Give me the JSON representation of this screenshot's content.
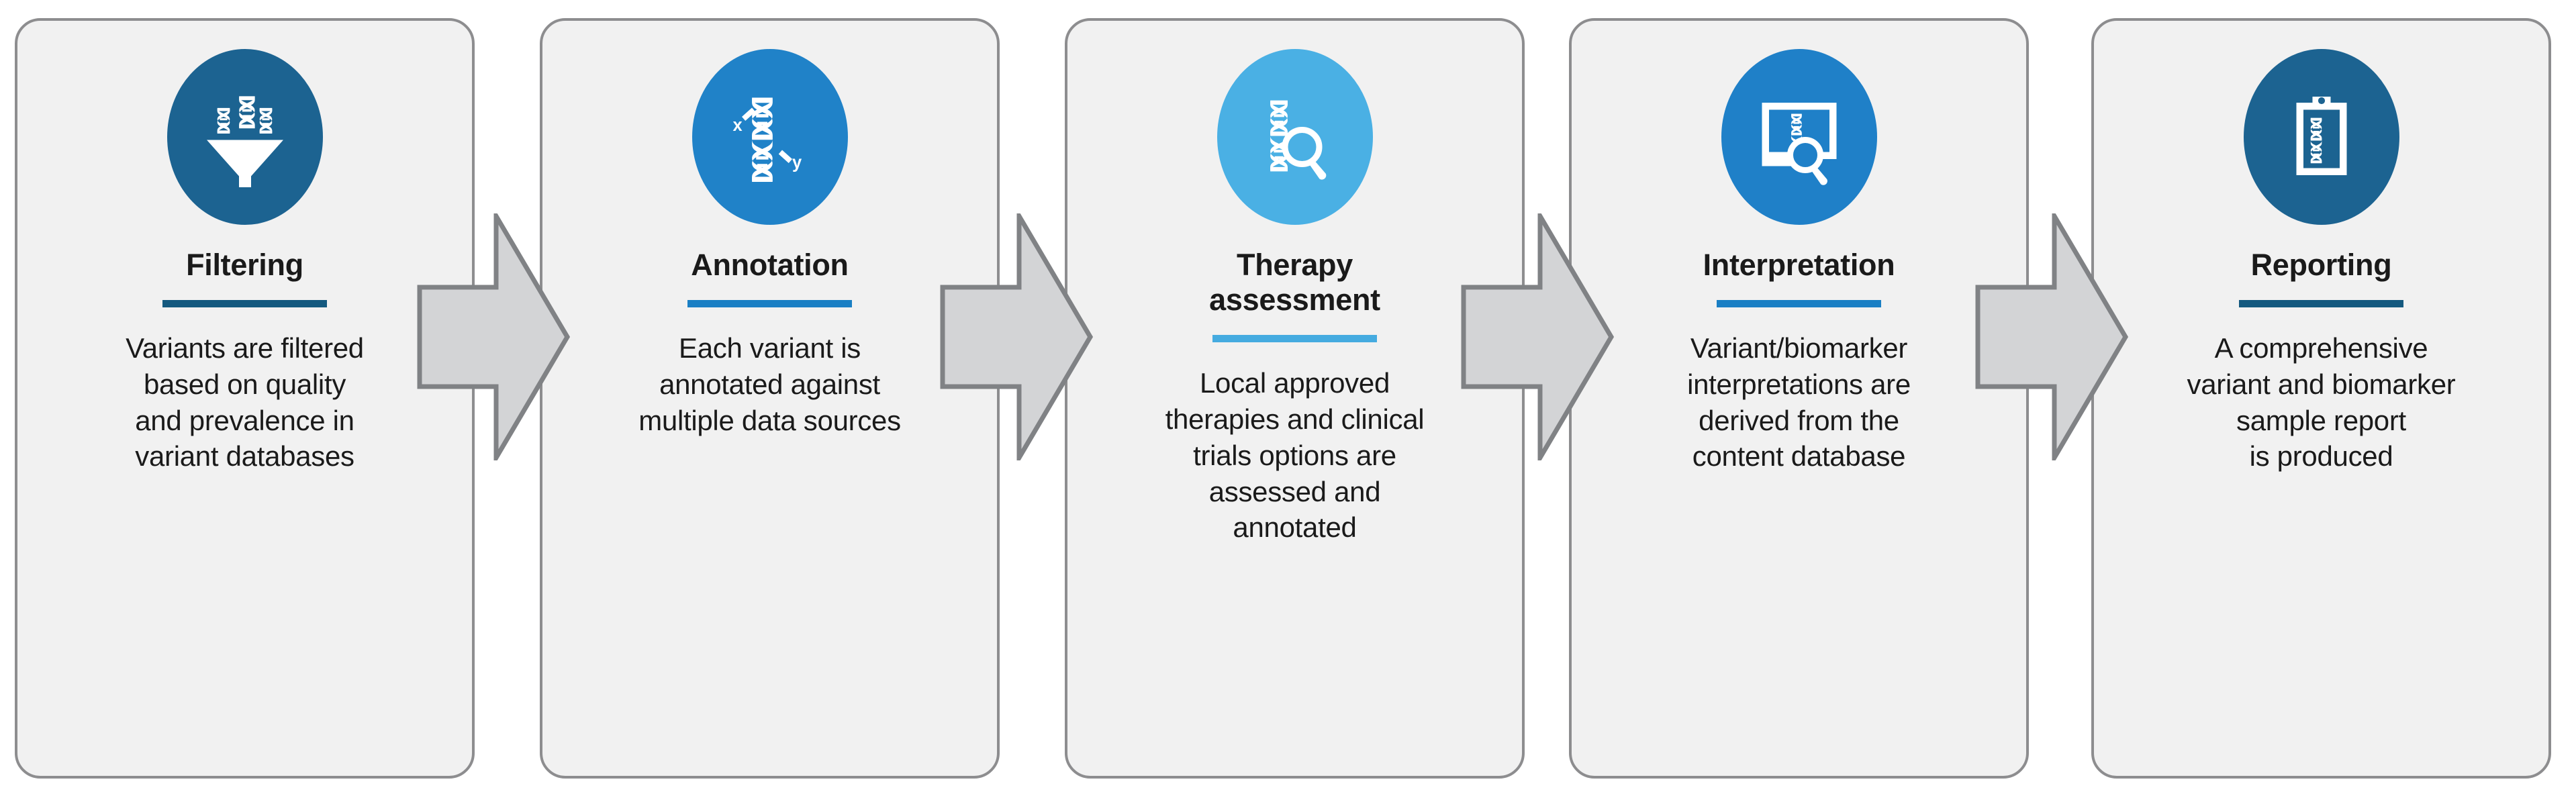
{
  "diagram": {
    "type": "process-flow",
    "orientation": "horizontal",
    "step_count": 5,
    "palette": {
      "card_fill": "#f1f1f1",
      "card_border": "#8d8d8f",
      "arrow_fill": "#d3d4d6",
      "arrow_stroke": "#808285",
      "text": "#1a1a1a",
      "page_background": "#ffffff"
    },
    "steps": [
      {
        "index": 1,
        "title_lines": [
          "Filtering"
        ],
        "icon": "dna-funnel-icon",
        "icon_color": "#1c6391",
        "divider_color": "#14597f",
        "body_lines": [
          "Variants are filtered",
          "based on quality",
          "and prevalence in",
          "variant databases"
        ],
        "body_text": "Variants are filtered based on quality and prevalence in variant databases"
      },
      {
        "index": 2,
        "title_lines": [
          "Annotation"
        ],
        "icon": "dna-xy-annotation-icon",
        "icon_color": "#2082c8",
        "divider_color": "#1a7fc4",
        "icon_labels": [
          "x",
          "y"
        ],
        "body_lines": [
          "Each variant is",
          "annotated against",
          "multiple data sources"
        ],
        "body_text": "Each variant is annotated against multiple data sources"
      },
      {
        "index": 3,
        "title_lines": [
          "Therapy",
          "assessment"
        ],
        "icon": "dna-magnifier-icon",
        "icon_color": "#4ab0e4",
        "divider_color": "#45abe0",
        "body_lines": [
          "Local approved",
          "therapies and clinical",
          "trials options are",
          "assessed and",
          "annotated"
        ],
        "body_text": "Local approved therapies and clinical trials options are assessed and annotated"
      },
      {
        "index": 4,
        "title_lines": [
          "Interpretation"
        ],
        "icon": "monitor-dna-magnifier-icon",
        "icon_color": "#1f80c8",
        "divider_color": "#1a7fc4",
        "body_lines": [
          "Variant/biomarker",
          "interpretations are",
          "derived from the",
          "content database"
        ],
        "body_text": "Variant/biomarker interpretations are derived from the content database"
      },
      {
        "index": 5,
        "title_lines": [
          "Reporting"
        ],
        "icon": "clipboard-dna-icon",
        "icon_color": "#1c6391",
        "divider_color": "#14597f",
        "body_lines": [
          "A comprehensive",
          "variant and biomarker",
          "sample report",
          "is produced"
        ],
        "body_text": "A comprehensive variant and biomarker sample report is produced"
      }
    ],
    "connectors": [
      {
        "index": 1,
        "icon": "arrow-right-icon",
        "from": "Filtering",
        "to": "Annotation"
      },
      {
        "index": 2,
        "icon": "arrow-right-icon",
        "from": "Annotation",
        "to": "Therapy assessment"
      },
      {
        "index": 3,
        "icon": "arrow-right-icon",
        "from": "Therapy assessment",
        "to": "Interpretation"
      },
      {
        "index": 4,
        "icon": "arrow-right-icon",
        "from": "Interpretation",
        "to": "Reporting"
      }
    ]
  }
}
